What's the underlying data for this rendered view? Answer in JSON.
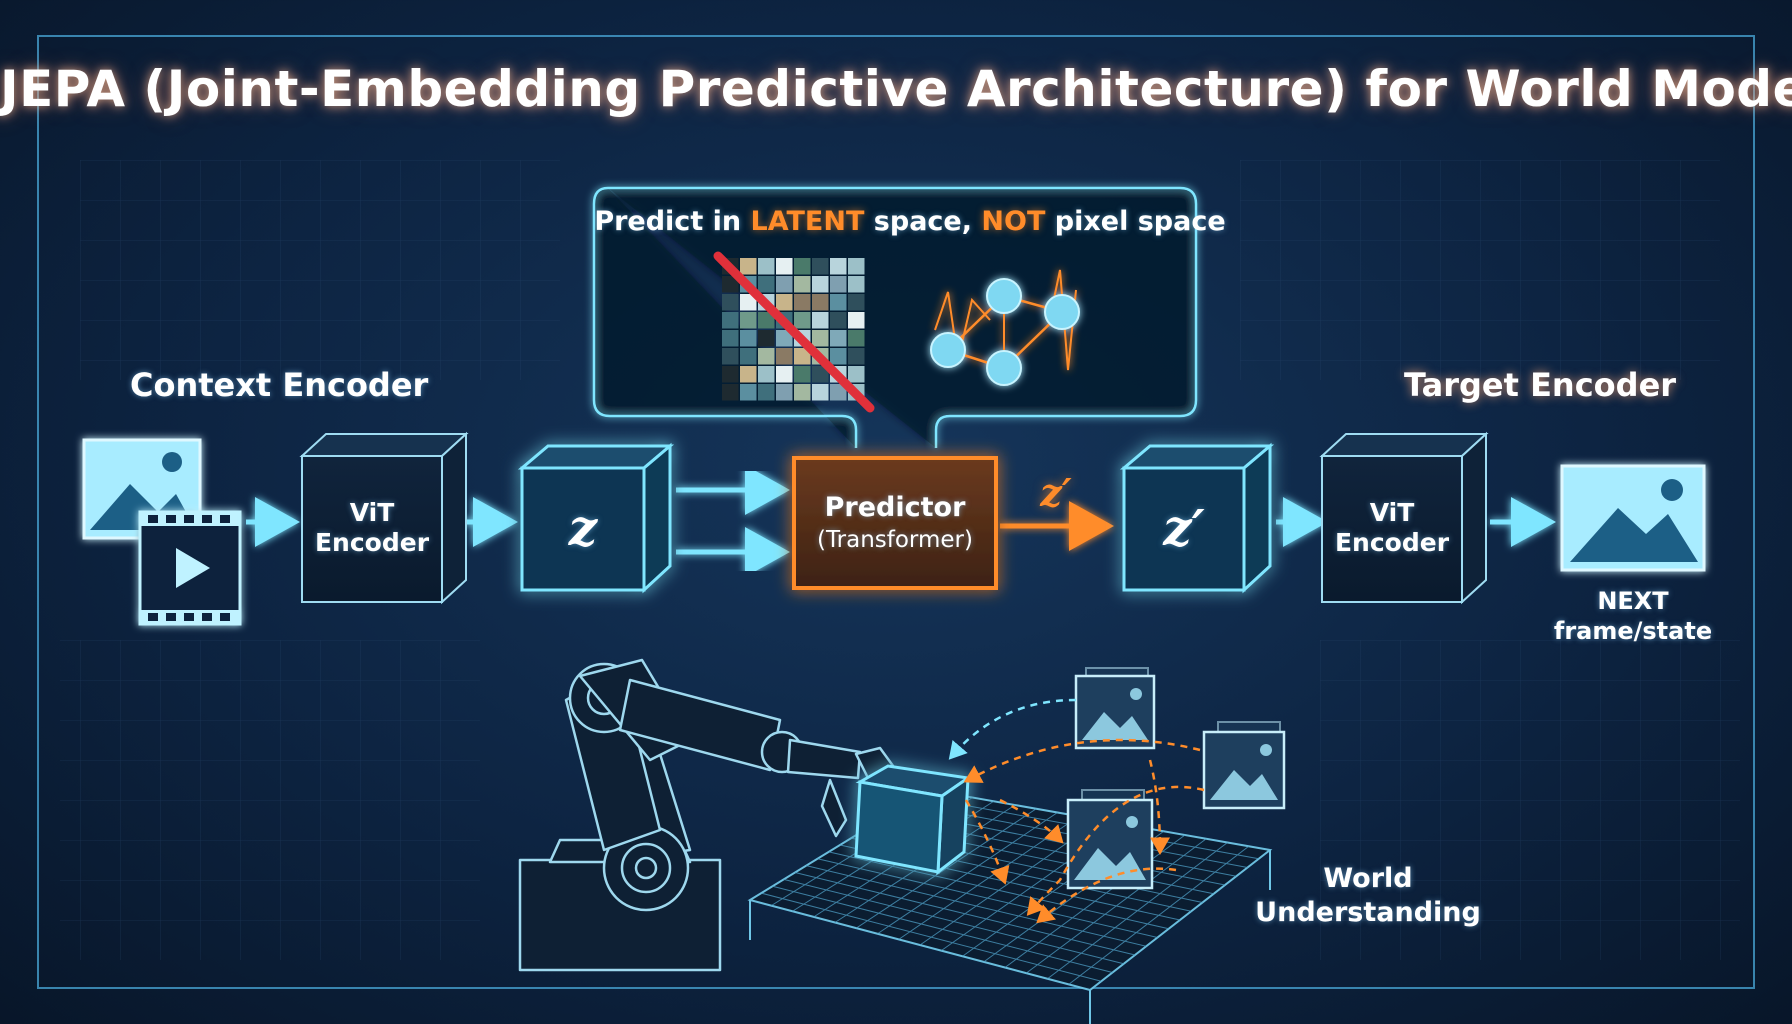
{
  "title": "JEPA (Joint-Embedding Predictive Architecture) for World Models",
  "callout": {
    "prefix": "Predict in ",
    "latent": "LATENT",
    "middle": " space, ",
    "not": "NOT",
    "suffix": " pixel space"
  },
  "context_encoder": {
    "heading": "Context Encoder",
    "vit_line1": "ViT",
    "vit_line2": "Encoder",
    "latent": "z"
  },
  "predictor": {
    "line1": "Predictor",
    "line2": "(Transformer)",
    "output_arrow_label": "z′"
  },
  "target_encoder": {
    "heading": "Target Encoder",
    "latent": "z′",
    "vit_line1": "ViT",
    "vit_line2": "Encoder",
    "output_line1": "NEXT",
    "output_line2": "frame/state"
  },
  "world": {
    "line1": "World",
    "line2": "Understanding"
  },
  "colors": {
    "background": "#0d2442",
    "glow_cyan": "#5fe0ff",
    "accent_orange": "#ff8c2a",
    "cross_red": "#e0303a"
  },
  "icons": [
    "image-icon",
    "video-icon",
    "pixel-grid-icon",
    "latent-graph-icon",
    "robot-arm-icon",
    "cube-icon",
    "frame-stack-icon"
  ]
}
